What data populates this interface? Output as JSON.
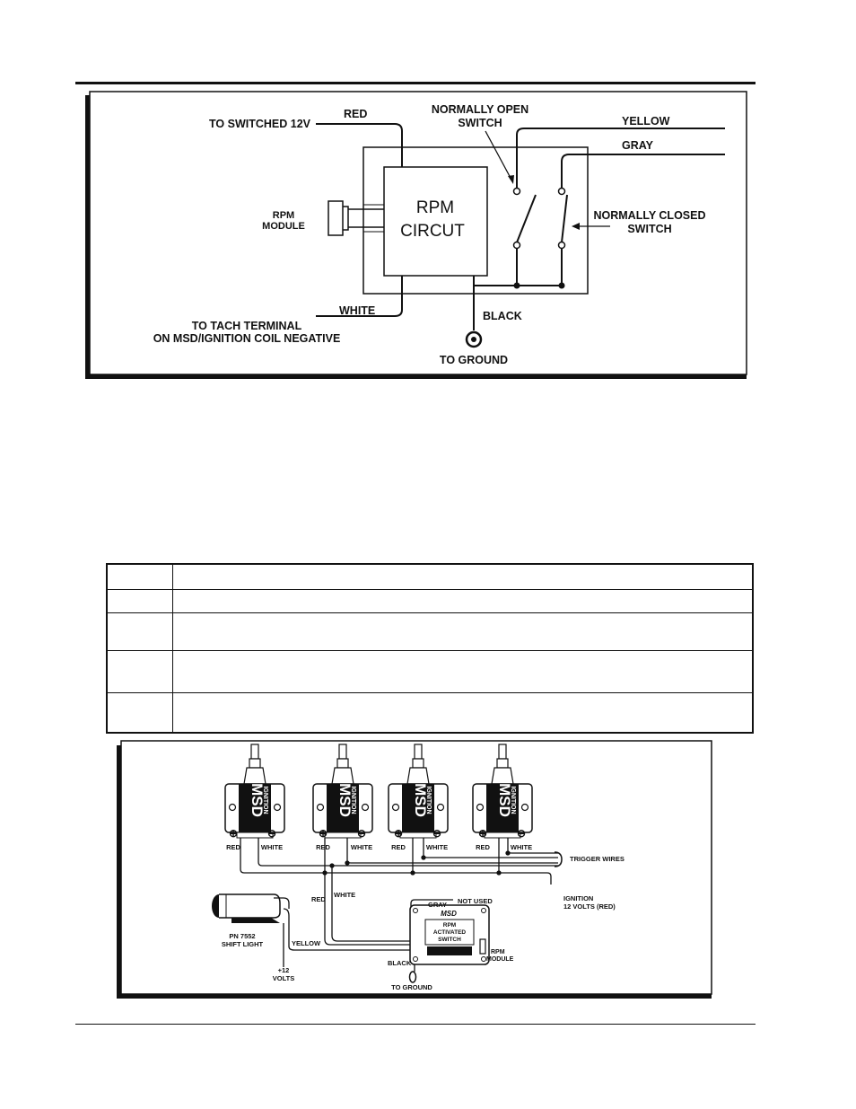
{
  "diagram1": {
    "labels": {
      "red": "RED",
      "to_switched_12v": "TO SWITCHED 12V",
      "normally_open_1": "NORMALLY OPEN",
      "normally_open_2": "SWITCH",
      "yellow": "YELLOW",
      "gray": "GRAY",
      "rpm_module_1": "RPM",
      "rpm_module_2": "MODULE",
      "rpm_circuit_1": "RPM",
      "rpm_circuit_2": "CIRCUT",
      "normally_closed_1": "NORMALLY CLOSED",
      "normally_closed_2": "SWITCH",
      "white": "WHITE",
      "black": "BLACK",
      "to_tach_1": "TO TACH TERMINAL",
      "to_tach_2": "ON MSD/IGNITION COIL NEGATIVE",
      "to_ground": "TO GROUND"
    }
  },
  "table": {
    "rows": [
      {
        "col1": "",
        "col2": ""
      },
      {
        "col1": "",
        "col2": ""
      },
      {
        "col1": "",
        "col2": ""
      },
      {
        "col1": "",
        "col2": ""
      },
      {
        "col1": "",
        "col2": ""
      }
    ]
  },
  "diagram2": {
    "coil_brand": "MSD",
    "coil_sub": "IGNITION",
    "plus_symbol": "⊕",
    "minus_symbol": "⊖",
    "red": "RED",
    "white": "WHITE",
    "trigger_wires": "TRIGGER WIRES",
    "ignition_1": "IGNITION",
    "ignition_2": "12 VOLTS (RED)",
    "red_wire": "RED",
    "white_wire": "WHITE",
    "gray": "GRAY",
    "not_used": "NOT USED",
    "shift_light_1": "PN 7552",
    "shift_light_2": "SHIFT LIGHT",
    "yellow": "YELLOW",
    "plus12_1": "+12",
    "plus12_2": "VOLTS",
    "black": "BLACK",
    "to_ground": "TO GROUND",
    "switch_brand": "MSD",
    "switch_1": "RPM",
    "switch_2": "ACTIVATED",
    "switch_3": "SWITCH",
    "rpm_module_1": "RPM",
    "rpm_module_2": "MODULE"
  }
}
